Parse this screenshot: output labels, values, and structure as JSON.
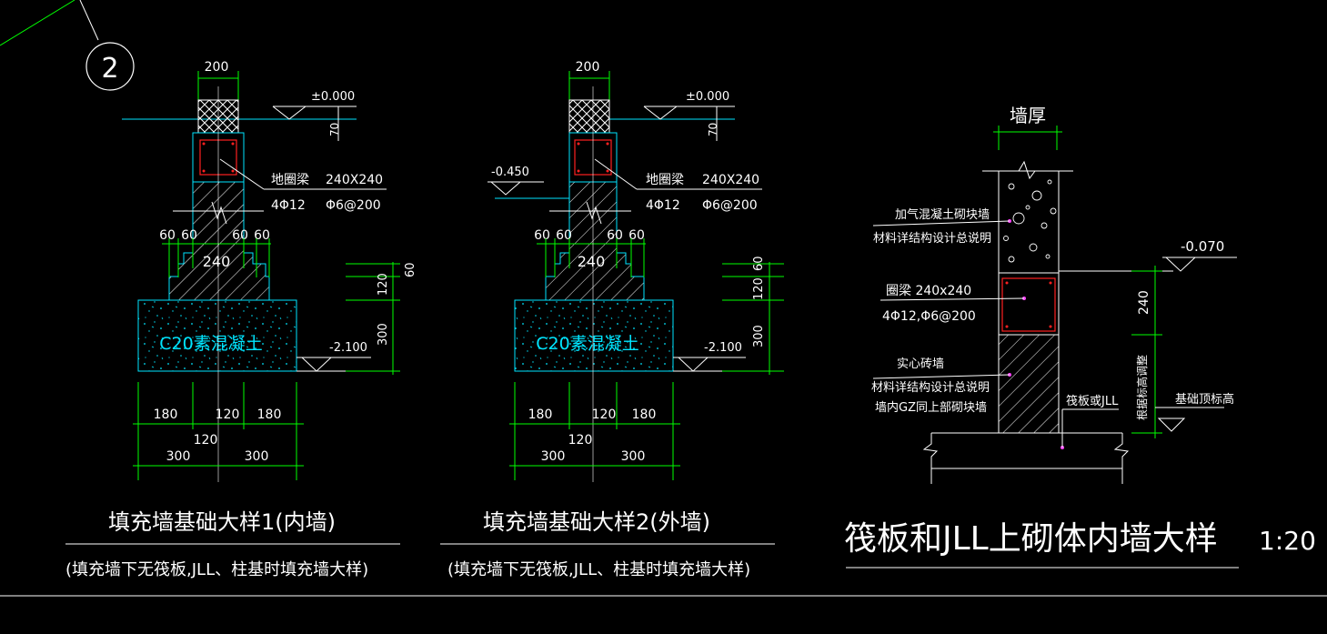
{
  "colors": {
    "background": "#000000",
    "line": "#ffffff",
    "dimension": "#00ff00",
    "outline": "#00e5ff",
    "rebar_box": "#ff2020",
    "hatch": "#ffffff",
    "leader_dot": "#ff44ff"
  },
  "axis_marker": "2",
  "detail1": {
    "top_width": "200",
    "elev_top": "±0.000",
    "dim_70": "70",
    "beam_label": "地圈梁",
    "beam_size": "240X240",
    "beam_rebar": "4Φ12",
    "beam_stirrup": "Φ6@200",
    "step_dims": [
      "60",
      "60",
      "60",
      "60"
    ],
    "wall_width": "240",
    "concrete_label": "C20素混凝土",
    "elev_bottom": "-2.100",
    "right_dims": [
      "60",
      "120",
      "300"
    ],
    "bottom_dims_row1": [
      "180",
      "120",
      "180"
    ],
    "bottom_dim_mid": "120",
    "bottom_dims_row2": [
      "300",
      "300"
    ],
    "title": "填充墙基础大样1(内墙)",
    "subtitle": "(填充墙下无筏板,JLL、柱基时填充墙大样)"
  },
  "detail2": {
    "top_width": "200",
    "elev_top": "±0.000",
    "dim_70": "70",
    "elev_side": "-0.450",
    "beam_label": "地圈梁",
    "beam_size": "240X240",
    "beam_rebar": "4Φ12",
    "beam_stirrup": "Φ6@200",
    "step_dims": [
      "60",
      "60",
      "60",
      "60"
    ],
    "wall_width": "240",
    "concrete_label": "C20素混凝土",
    "elev_bottom": "-2.100",
    "right_dims": [
      "60",
      "120",
      "300"
    ],
    "bottom_dims_row1": [
      "180",
      "120",
      "180"
    ],
    "bottom_dim_mid": "120",
    "bottom_dims_row2": [
      "300",
      "300"
    ],
    "title": "填充墙基础大样2(外墙)",
    "subtitle": "(填充墙下无筏板,JLL、柱基时填充墙大样)"
  },
  "detail3": {
    "wall_thickness": "墙厚",
    "aac_label_1": "加气混凝土砌块墙",
    "aac_label_2": "材料详结构设计总说明",
    "elev": "-0.070",
    "ring_beam_1": "圈梁 240x240",
    "ring_beam_2": "4Φ12,Φ6@200",
    "dim_240": "240",
    "solid_label_1": "实心砖墙",
    "solid_label_2": "材料详结构设计总说明",
    "solid_label_3": "墙内GZ同上部砌块墙",
    "raft_label": "筏板或JLL",
    "variable_label": "根据标高调整",
    "top_label": "基础顶标高",
    "title": "筏板和JLL上砌体内墙大样",
    "scale": "1:20"
  }
}
